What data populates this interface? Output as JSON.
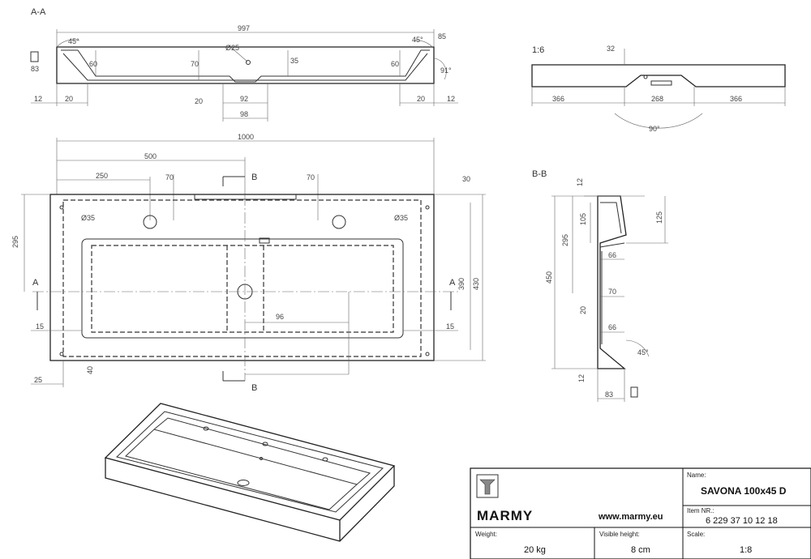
{
  "sections": {
    "aa": "A-A",
    "bb": "B-B",
    "side_scale": "1:6",
    "marker_a": "A",
    "marker_b": "B"
  },
  "dims": {
    "aa": {
      "width": "997",
      "angle_left": "45°",
      "angle_right": "45°",
      "r85": "85",
      "d25": "Ø25",
      "h83": "83",
      "h60l": "60",
      "h70": "70",
      "h35": "35",
      "h60r": "60",
      "a91": "91°",
      "l12": "12",
      "l20": "20",
      "b20": "20",
      "w92": "92",
      "w98": "98",
      "r20": "20",
      "r12": "12"
    },
    "side": {
      "h32": "32",
      "w366a": "366",
      "w268": "268",
      "w366b": "366",
      "a90": "90°"
    },
    "top": {
      "w1000": "1000",
      "w500": "500",
      "w250": "250",
      "h70a": "70",
      "h70b": "70",
      "h30": "30",
      "d35a": "Ø35",
      "d35b": "Ø35",
      "h295": "295",
      "h390": "390",
      "h430": "430",
      "w96": "96",
      "l15": "15",
      "r15": "15",
      "h40": "40",
      "l25": "25"
    },
    "bb": {
      "h12a": "12",
      "h105": "105",
      "h125": "125",
      "h295": "295",
      "w66a": "66",
      "h450": "450",
      "w70": "70",
      "h20": "20",
      "w66b": "66",
      "a45": "45°",
      "h12b": "12",
      "w83": "83"
    }
  },
  "title_block": {
    "brand": "MARMY",
    "website": "www.marmy.eu",
    "name_label": "Name:",
    "name_value": "SAVONA 100x45 D",
    "item_label": "Item NR.:",
    "item_value": "6 229 37 10 12 18",
    "weight_label": "Weight:",
    "weight_value": "20 kg",
    "visible_label": "Visible height:",
    "visible_value": "8 cm",
    "scale_label": "Scale:",
    "scale_value": "1:8"
  },
  "colors": {
    "line": "#333333",
    "text": "#444444",
    "background": "#ffffff"
  }
}
